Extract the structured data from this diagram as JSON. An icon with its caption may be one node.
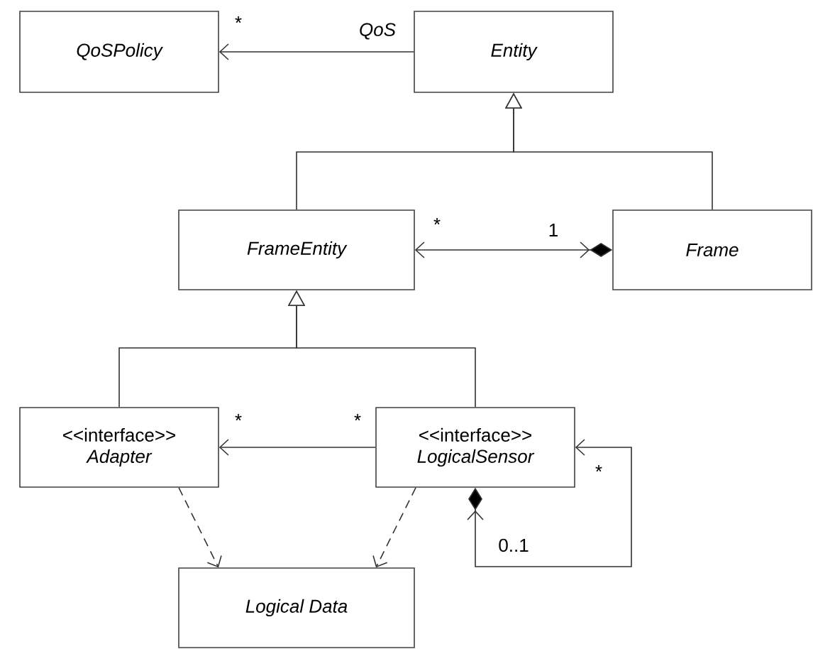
{
  "diagram": {
    "nodes": [
      {
        "text": [
          "QoSPolicy"
        ]
      },
      {
        "text": [
          "Entity"
        ]
      },
      {
        "text": [
          "FrameEntity"
        ]
      },
      {
        "text": [
          "Frame"
        ]
      },
      {
        "text": [
          "<<interface>>",
          "Adapter"
        ]
      },
      {
        "text": [
          "<<interface>>",
          "LogicalSensor"
        ]
      },
      {
        "text": [
          "Logical Data"
        ]
      }
    ],
    "edges": [
      {
        "from": 1,
        "to": 0,
        "arrow": "to",
        "label": "QoS"
      },
      {
        "from": 2,
        "to": 1,
        "arrow": "to"
      },
      {
        "from": 3,
        "to": 1,
        "arrow": "to"
      },
      {
        "from": 2,
        "to": 3,
        "arrow": "both"
      },
      {
        "from": 4,
        "to": 2,
        "arrow": "to"
      },
      {
        "from": 5,
        "to": 2,
        "arrow": "to"
      },
      {
        "from": 5,
        "to": 4,
        "arrow": "to"
      },
      {
        "from": 4,
        "to": 6,
        "arrow": "to",
        "style": "dashed"
      },
      {
        "from": 5,
        "to": 6,
        "arrow": "to",
        "style": "dashed"
      },
      {
        "from": 5,
        "to": 5,
        "arrow": "both"
      }
    ],
    "labels": [
      "*",
      "*",
      "1",
      "*",
      "*",
      "*",
      "0..1"
    ]
  }
}
